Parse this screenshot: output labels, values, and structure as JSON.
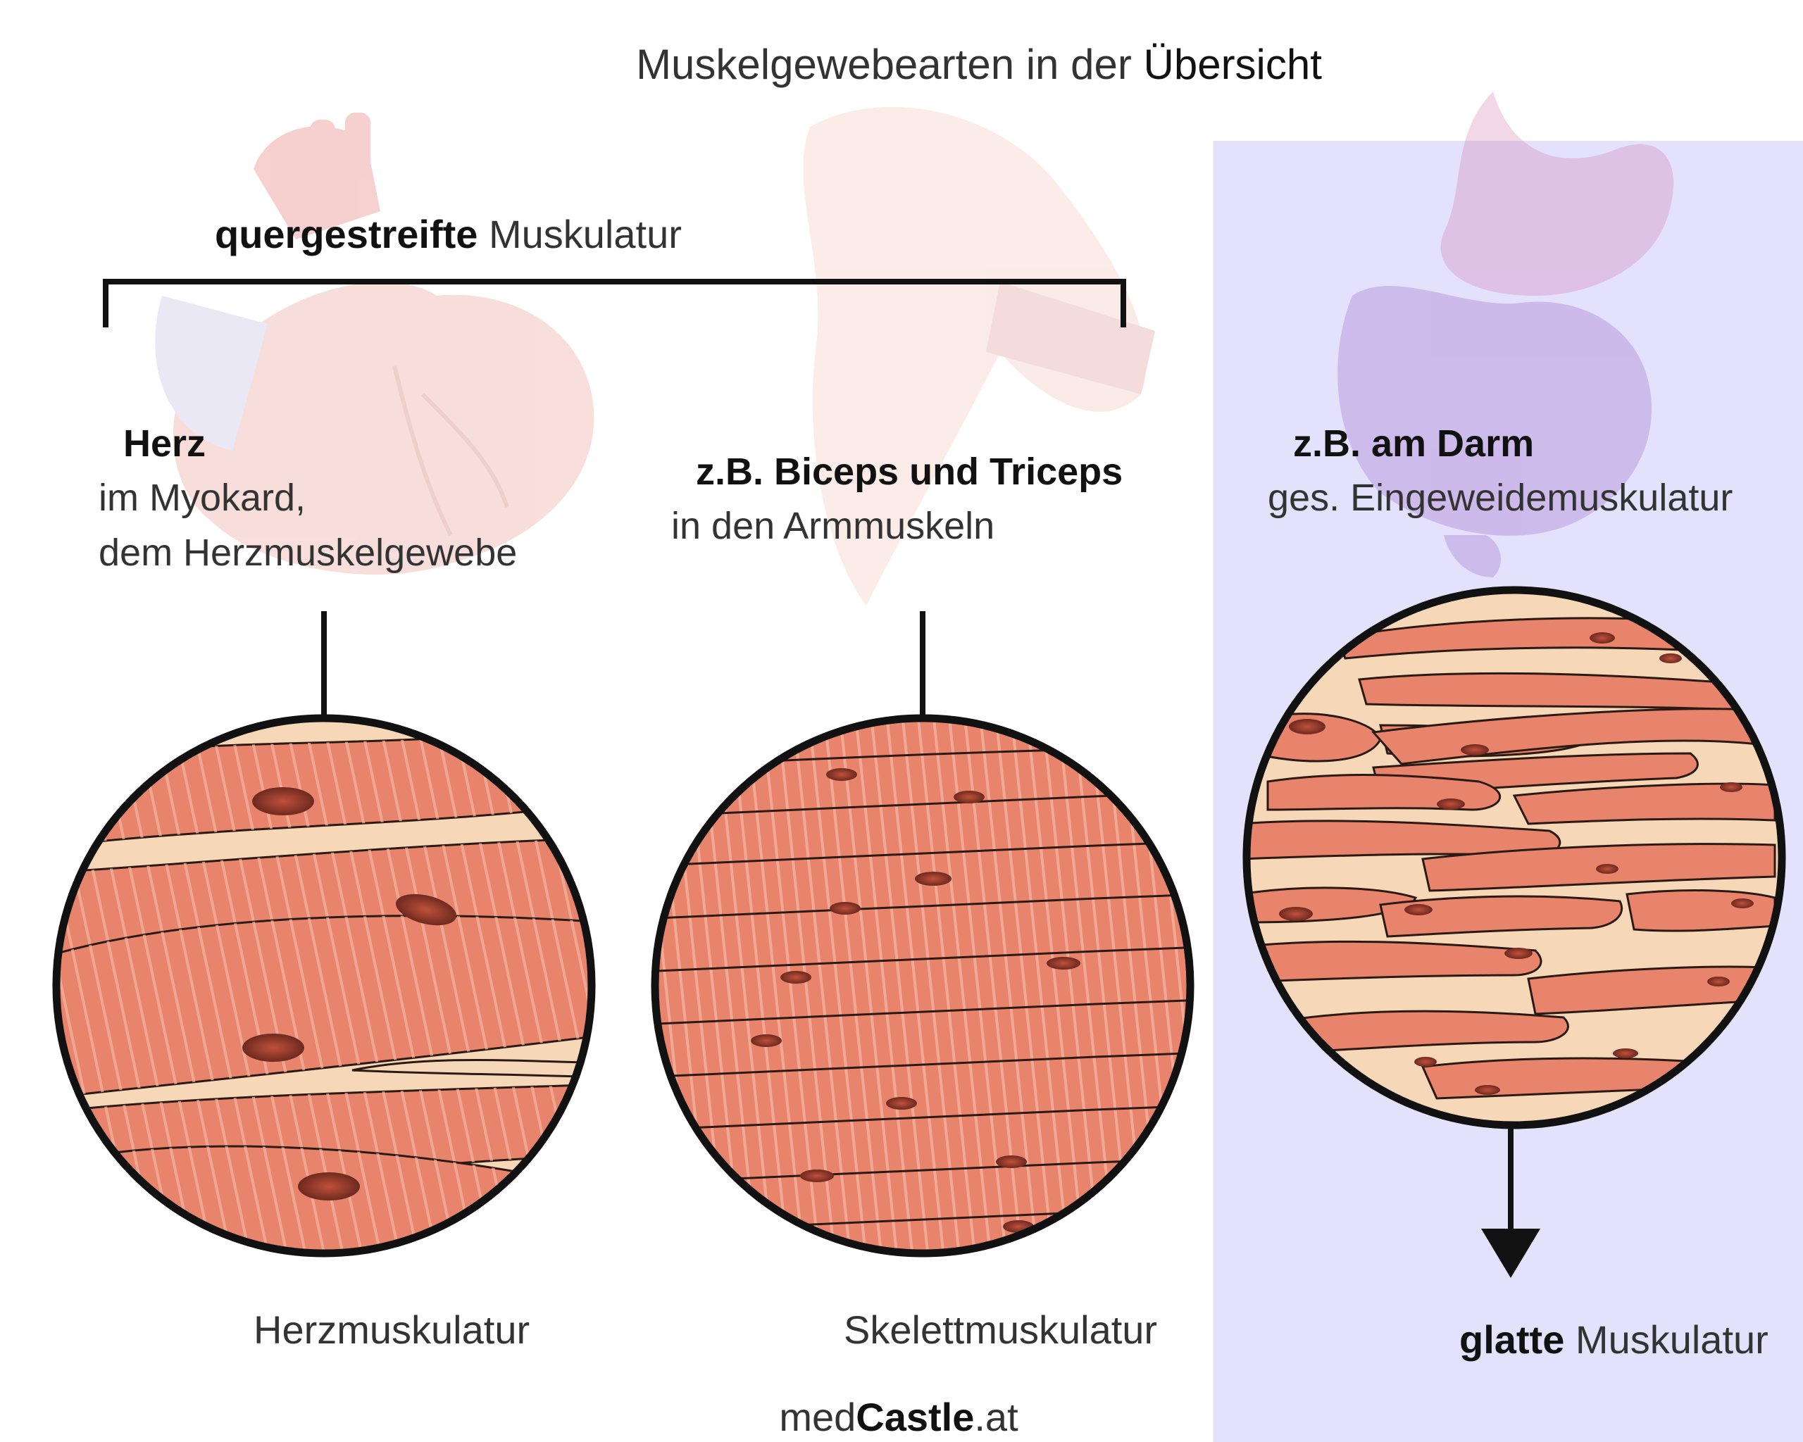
{
  "title": {
    "prefix": "Muskelgewebearten in der ",
    "emph": "Übersicht"
  },
  "bracket": {
    "bold": "quergestreifte",
    "rest": " Muskulatur"
  },
  "heart": {
    "heading": "Herz",
    "line1": "im Myokard,",
    "line2": "dem Herzmuskelgewebe",
    "caption": "Herzmuskulatur"
  },
  "skeletal": {
    "heading": "z.B. Biceps und Triceps",
    "line1": "in den Armmuskeln",
    "caption": "Skelettmuskulatur"
  },
  "smooth": {
    "heading": "z.B. am Darm",
    "line1": "ges. Eingeweidemuskulatur",
    "caption_bold": "glatte",
    "caption_rest": " Muskulatur"
  },
  "footer": {
    "pre": "med",
    "bold": "Castle",
    "post": ".at"
  },
  "colors": {
    "highlight_panel": "#e3e1fb",
    "fiber": "#e9846c",
    "fiber_dark": "#d4594a",
    "background_tissue": "#f6d7b8",
    "nucleus": "#8a3a2c",
    "outline": "#111111"
  }
}
